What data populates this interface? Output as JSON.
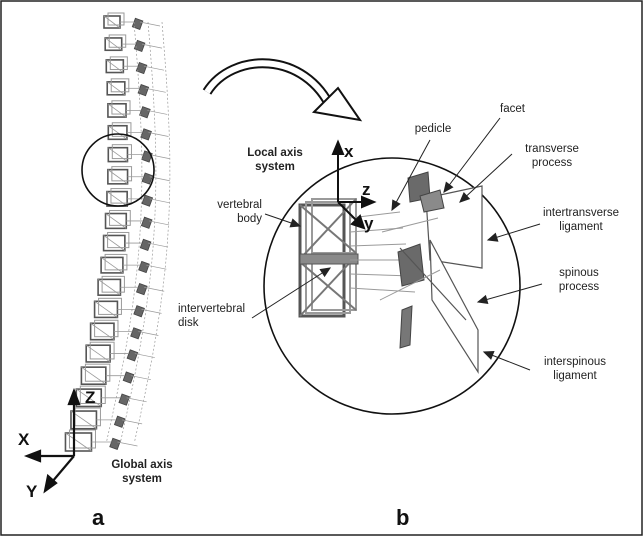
{
  "panel_a": {
    "letter": "a",
    "global_axis_label": "Global axis\nsystem",
    "axes": {
      "x": "X",
      "y": "Y",
      "z": "Z"
    }
  },
  "panel_b": {
    "letter": "b",
    "local_axis_label": "Local axis\nsystem",
    "axes": {
      "x": "x",
      "y": "y",
      "z": "z"
    },
    "labels": {
      "pedicle": "pedicle",
      "facet": "facet",
      "transverse_process": "transverse\nprocess",
      "vertebral_body": "vertebral\nbody",
      "intertransverse_ligament": "intertransverse\nligament",
      "spinous_process": "spinous\nprocess",
      "intervertebral_disk": "intervertebral\ndisk",
      "interspinous_ligament": "interspinous\nligament"
    }
  },
  "colors": {
    "line": "#1a1a1a",
    "mesh": "#555555",
    "mesh_light": "#9a9a9a"
  }
}
